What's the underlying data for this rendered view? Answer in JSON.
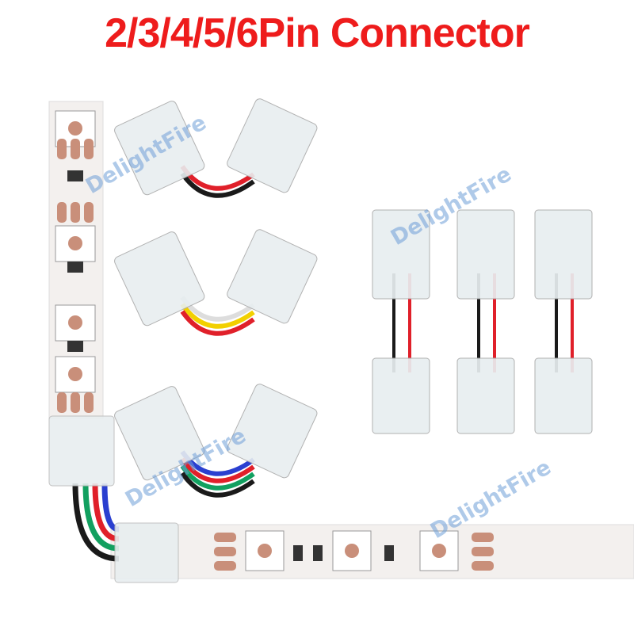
{
  "title": "2/3/4/5/6Pin Connector",
  "watermark": "DelightFire",
  "colors": {
    "title": "#ee1c1c",
    "strip": "#f3f0ee",
    "pad": "#c98f7a",
    "wire_red": "#e0202a",
    "wire_black": "#1a1a1a",
    "wire_yellow": "#f2d000",
    "wire_white": "#f4f4f4",
    "wire_blue": "#2a3fd0",
    "wire_green": "#12a060",
    "connector": "#e8eef0"
  },
  "products": [
    {
      "type": "L-connector",
      "pins": 2,
      "wires": [
        "red",
        "black"
      ]
    },
    {
      "type": "L-connector",
      "pins": 3,
      "wires": [
        "white",
        "yellow",
        "red"
      ]
    },
    {
      "type": "L-connector",
      "pins": 4,
      "wires": [
        "blue",
        "red",
        "green",
        "black"
      ]
    },
    {
      "type": "straight-connector",
      "pins": 2,
      "wires": [
        "black",
        "red"
      ]
    },
    {
      "type": "straight-connector",
      "pins": 2,
      "wires": [
        "black",
        "red"
      ]
    },
    {
      "type": "straight-connector",
      "pins": 2,
      "wires": [
        "black",
        "red"
      ]
    }
  ]
}
